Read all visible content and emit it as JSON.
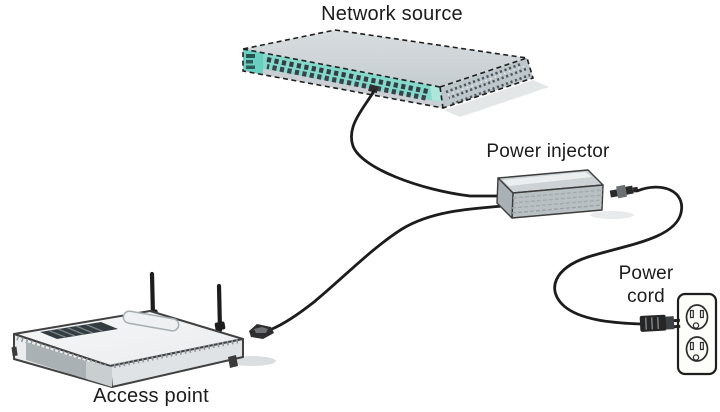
{
  "diagram": {
    "labels": {
      "network_source": "Network source",
      "power_injector": "Power injector",
      "power_cord": [
        "Power",
        "cord"
      ],
      "access_point": "Access point"
    },
    "colors": {
      "background": "#ffffff",
      "label_text": "#1b1b1b",
      "switch_port_strip_teal": "#84d9cc",
      "switch_end_cap_teal": "#69cfc1",
      "device_body_gray": "#ccd2d5",
      "vent_dark": "#333c40",
      "cable_black": "#1c1c1c"
    }
  }
}
